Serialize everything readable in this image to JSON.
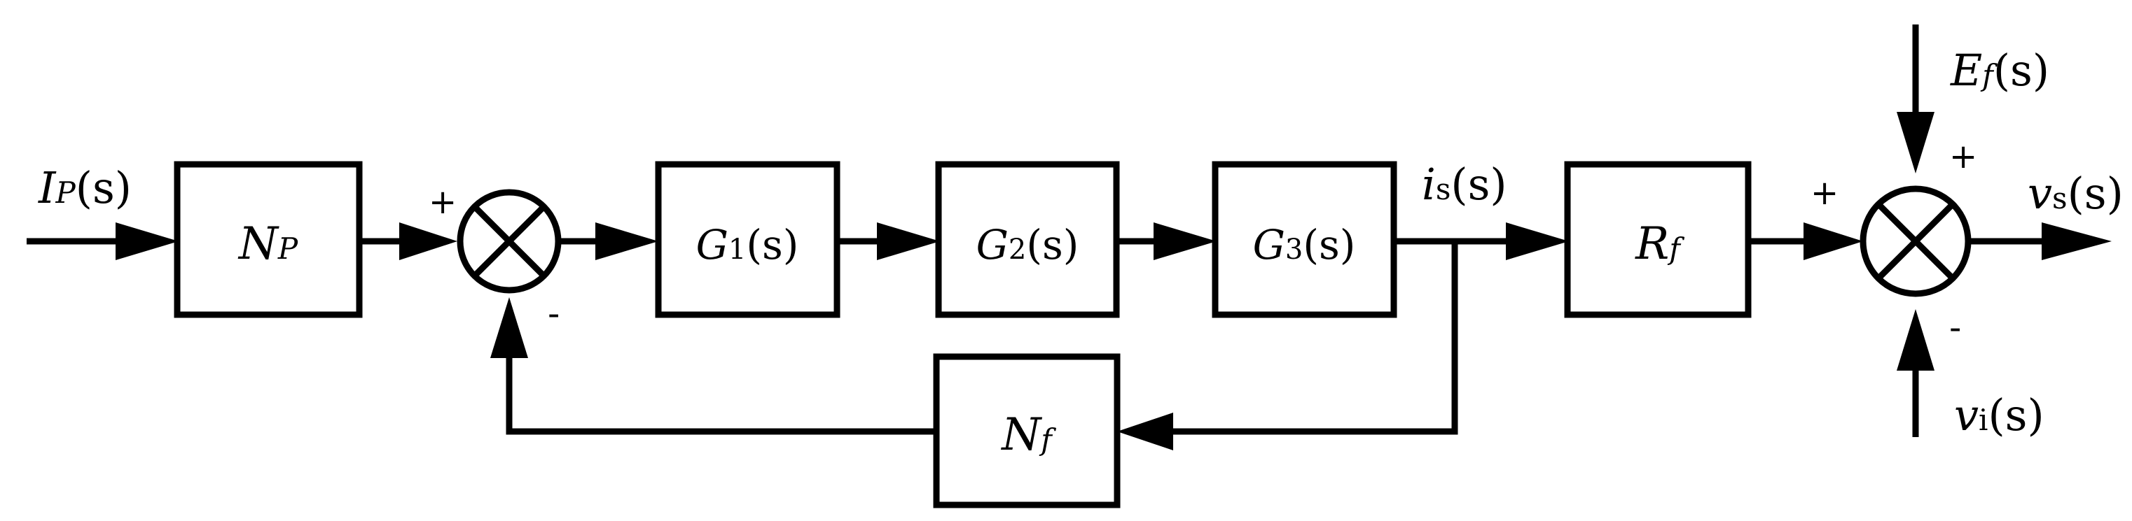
{
  "blocks": {
    "np": {
      "main": "N",
      "sub": "P"
    },
    "g1": {
      "main": "G",
      "sub": "1",
      "arg": "(s)"
    },
    "g2": {
      "main": "G",
      "sub": "2",
      "arg": "(s)"
    },
    "g3": {
      "main": "G",
      "sub": "3",
      "arg": "(s)"
    },
    "rf": {
      "main": "R",
      "sub": "f"
    },
    "nf": {
      "main": "N",
      "sub": "f"
    }
  },
  "signals": {
    "ip": {
      "main": "I",
      "sub": "P",
      "arg": "(s)"
    },
    "is": {
      "main": "i",
      "sub": "s",
      "arg": "(s)"
    },
    "ef": {
      "main": "E",
      "sub": "f",
      "arg": "(s)"
    },
    "vs": {
      "main": "v",
      "sub": "s",
      "arg": "(s)"
    },
    "vi": {
      "main": "v",
      "sub": "i",
      "arg": "(s)"
    }
  },
  "signs": {
    "sum1_left": "+",
    "sum1_bottom": "-",
    "sum2_left": "+",
    "sum2_top": "+",
    "sum2_bottom": "-"
  }
}
